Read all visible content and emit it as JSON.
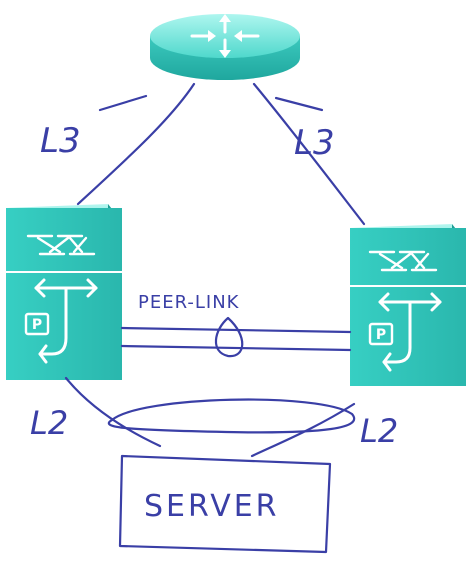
{
  "labels": {
    "l3_left": "L3",
    "l3_right": "L3",
    "peer_link": "PEER-LINK",
    "l2_left": "L2",
    "l2_right": "L2",
    "server": "SERVER",
    "nexus_left_tag": "P",
    "nexus_right_tag": "P"
  },
  "colors": {
    "device_face": "#3fd3c6",
    "device_top": "#8ff0e6",
    "device_dark": "#22a9a0",
    "ink": "#3a3fa6"
  },
  "icons": {
    "router": "router-icon",
    "switch": "nexus-switch-icon",
    "fabric": "switch-fabric-icon",
    "crossbar": "crossbar-icon"
  }
}
